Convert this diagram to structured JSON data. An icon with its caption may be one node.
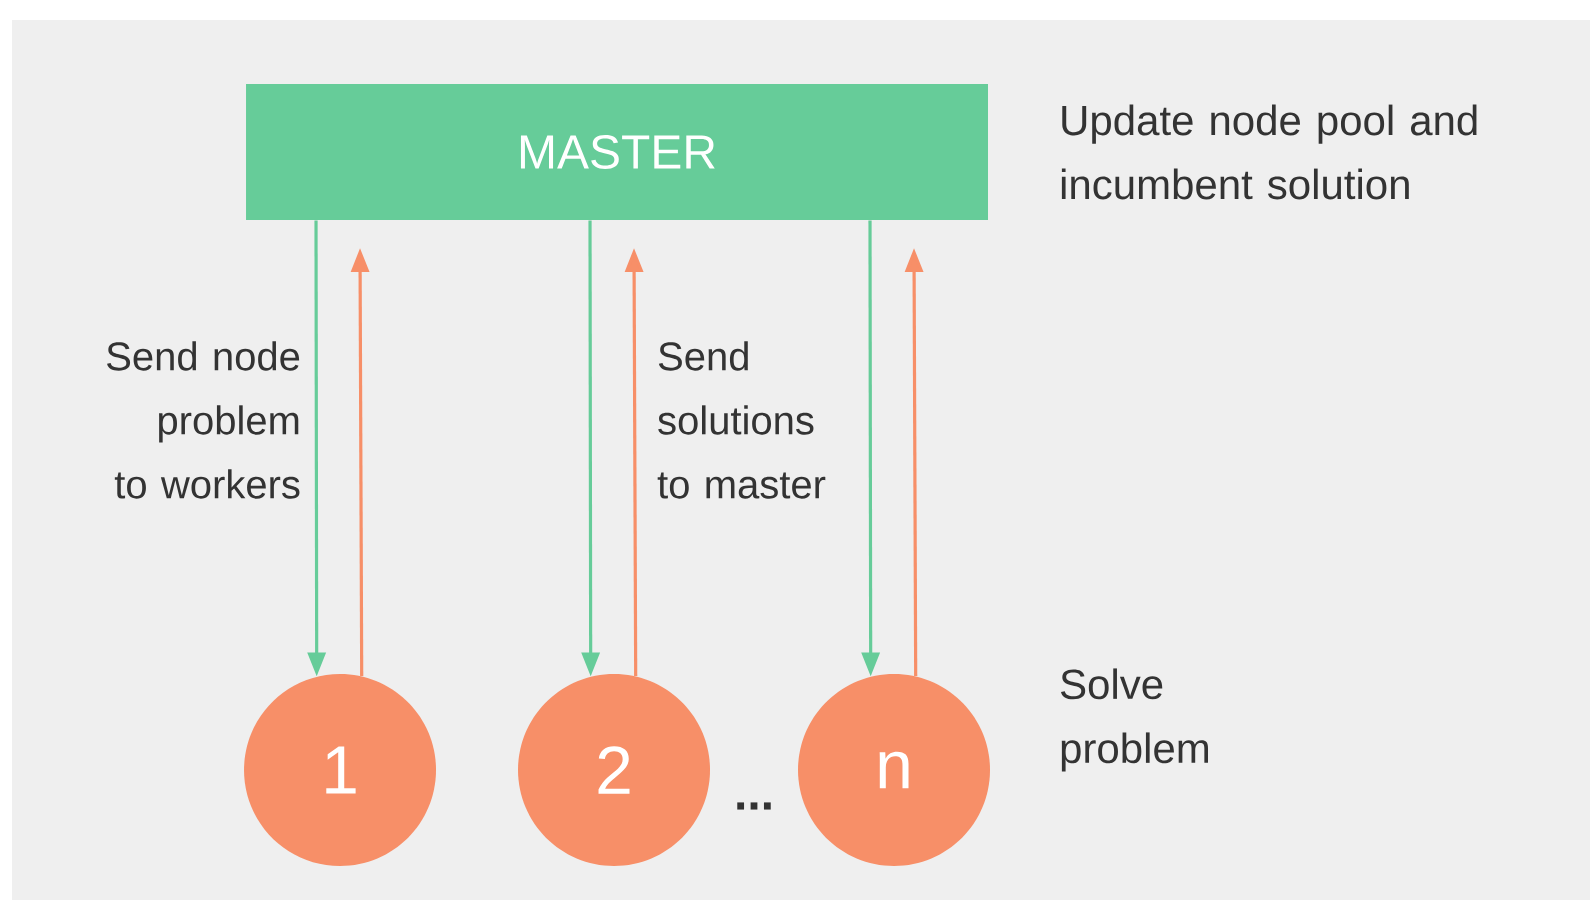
{
  "diagram": {
    "nodes": [
      {
        "text": [
          "MASTER"
        ],
        "beside": [
          "Update node pool and incumbent solution"
        ]
      },
      {
        "text": [
          "1"
        ]
      },
      {
        "text": [
          "2"
        ]
      },
      {
        "text": [
          "n"
        ],
        "beside": [
          "Solve problem"
        ]
      }
    ],
    "edges": [
      {
        "from": 0,
        "to": 1,
        "arrow": "to",
        "label": "Send node problem to workers"
      },
      {
        "from": 1,
        "to": 0,
        "arrow": "to",
        "color": "#f78f68"
      },
      {
        "from": 0,
        "to": 2,
        "arrow": "to"
      },
      {
        "from": 2,
        "to": 0,
        "arrow": "to",
        "color": "#f78f68",
        "label": "Send solutions to master"
      },
      {
        "from": 0,
        "to": 3,
        "arrow": "to"
      },
      {
        "from": 3,
        "to": 0,
        "arrow": "to",
        "color": "#f78f68"
      }
    ],
    "labels": [
      "..."
    ]
  }
}
